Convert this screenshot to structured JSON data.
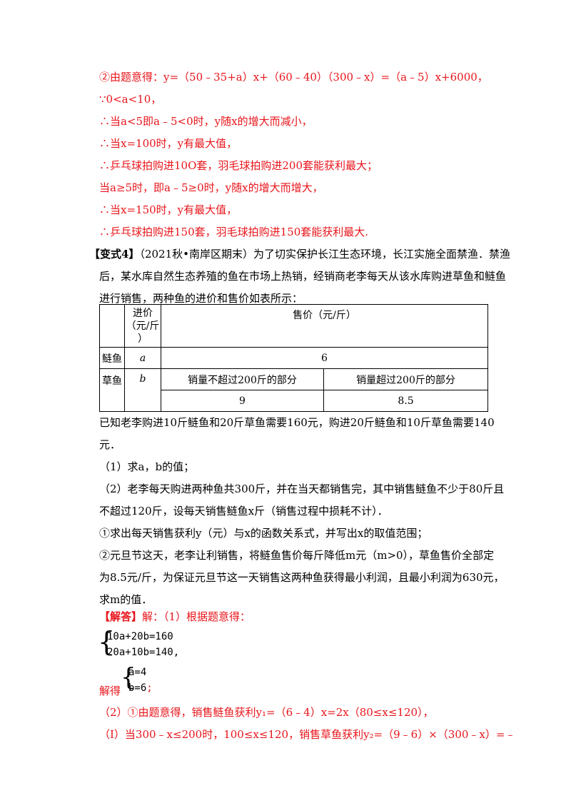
{
  "solution_part2": {
    "l1": "②由题意得：y=（50﹣35+a）x+（60﹣40）（300﹣x）=（a﹣5）x+6000，",
    "l2": "∵0<a<10，",
    "l3": "∴当a<5即a﹣5<0时，y随x的增大而减小，",
    "l4": "∴当x=100时，y有最大值，",
    "l5": "∴乒乓球拍购进10O套，羽毛球拍购进200套能获利最大；",
    "l6": "当a≥5时，即a﹣5≥0时，y随x的增大而增大，",
    "l7": "∴当x=150时，y有最大值，",
    "l8": "∴乒乓球拍购进150套，羽毛球拍购进150套能获利最大."
  },
  "variant4": {
    "tag": "【变式4】",
    "p1": "（2021秋•南岸区期末）为了切实保护长江生态环境，长江实施全面禁渔．禁渔",
    "p2": "后，某水库自然生态养殖的鱼在市场上热销，经销商老李每天从该水库购进草鱼和鲢鱼",
    "p3": "进行销售，两种鱼的进价和售价如表所示："
  },
  "table": {
    "h_cost_1": "进价",
    "h_cost_2": "（元/斤",
    "h_cost_3": "）",
    "h_sale": "售价（元/斤）",
    "r1_name": "鲢鱼",
    "r1_cost": "a",
    "r1_sale": "6",
    "r2_name": "草鱼",
    "r2_cost": "b",
    "r2_sub1": "销量不超过200斤的部分",
    "r2_sub2": "销量超过200斤的部分",
    "r2_v1": "9",
    "r2_v2": "8.5"
  },
  "question": {
    "q1": "已知老李购进10斤鲢鱼和20斤草鱼需要160元，购进20斤鲢鱼和10斤草鱼需要140",
    "q2": "元．",
    "q3": "（1）求a，b的值；",
    "q4": "（2）老李每天购进两种鱼共300斤，并在当天都销售完，其中销售鲢鱼不少于80斤且",
    "q5": "不超过120斤，设每天销售鲢鱼x斤（销售过程中损耗不计）．",
    "q6": "①求出每天销售获利y（元）与x的函数关系式，并写出x的取值范围；",
    "q7": "②元旦节这天，老李让利销售，将鲢鱼售价每斤降低m元（m>0），草鱼售价全部定",
    "q8": "为8.5元/斤，为保证元旦节这一天销售这两种鱼获得最小利润，且最小利润为630元，",
    "q9": "求m的值．"
  },
  "answer": {
    "label": "【解答】",
    "a1": "解：（1）根据题意得：",
    "eq1": "10a+20b=160",
    "eq2": "20a+10b=140",
    "eq2_tail": ",",
    "solved_label": "解得",
    "sol1": "a=4",
    "sol2": "b=6",
    "sol_tail": ";",
    "a2": "（2）①由题意得，销售鲢鱼获利y₁=（6﹣4）x=2x（80≤x≤120），",
    "a3": "（Ⅰ）当300﹣x≤200时，100≤x≤120，销售草鱼获利y₂=（9﹣6）×（300﹣x）=﹣"
  }
}
